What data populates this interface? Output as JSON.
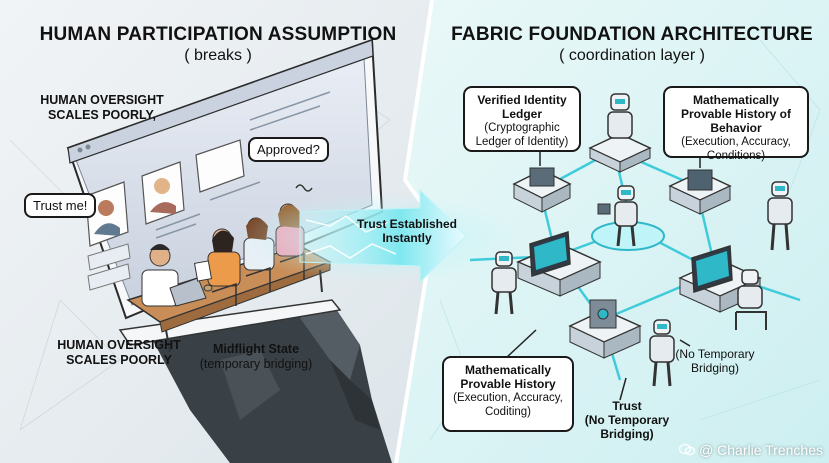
{
  "left": {
    "title": "HUMAN PARTICIPATION ASSUMPTION",
    "subtitle": "( breaks )",
    "oversight_top": "HUMAN OVERSIGHT SCALES POORLY,",
    "bubble_trust": "Trust me!",
    "bubble_approved": "Approved?",
    "oversight_bottom": "HUMAN OVERSIGHT SCALES POORLY",
    "midflight_title": "Midflight State",
    "midflight_sub": "(temporary bridging)"
  },
  "bridge": {
    "label": "Trust Established Instantly"
  },
  "right": {
    "title": "FABRIC FOUNDATION ARCHITECTURE",
    "subtitle": "( coordination layer )",
    "identity_title": "Verified Identity Ledger",
    "identity_sub": "(Cryptographic Ledger of Identity)",
    "behavior_title": "Mathematically Provable History of Behavior",
    "behavior_sub": "(Execution, Accuracy, Conditions)",
    "history_title": "Mathematically Provable History",
    "history_sub": "(Execution, Accuracy, Coditing)",
    "trust_title": "Trust",
    "trust_sub": "(No Temporary Bridging)",
    "no_bridging": "(No Temporary Bridging)"
  },
  "watermark": "@ Charlie Trenches",
  "colors": {
    "left_bg": "#e9eef1",
    "right_bg": "#dff4f5",
    "cyan_glow": "#35d0e0",
    "node_screen": "#2fb8c8",
    "cliff": "#3a4146"
  }
}
